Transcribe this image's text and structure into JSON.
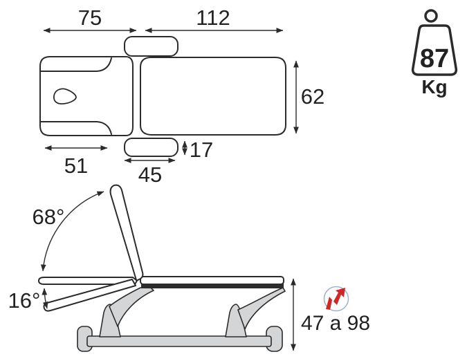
{
  "top_view": {
    "head_section_length": "75",
    "body_section_length": "112",
    "table_width": "62",
    "head_section_width": "51",
    "armrest_length": "45",
    "armrest_offset": "17"
  },
  "side_view": {
    "backrest_angle": "68°",
    "head_section_angle": "16°",
    "height_range": "47 a 98"
  },
  "weight_capacity": {
    "value": "87",
    "unit": "Kg"
  },
  "icons": {
    "weight": "kettlebell-weight-icon",
    "electric": "electric-adjustment-icon"
  },
  "colors": {
    "line": "#2b2b2b",
    "fill_gray": "#d4d5d7",
    "accent_red": "#cc2a26",
    "circle_blue": "#9db1c7",
    "background": "#ffffff"
  }
}
